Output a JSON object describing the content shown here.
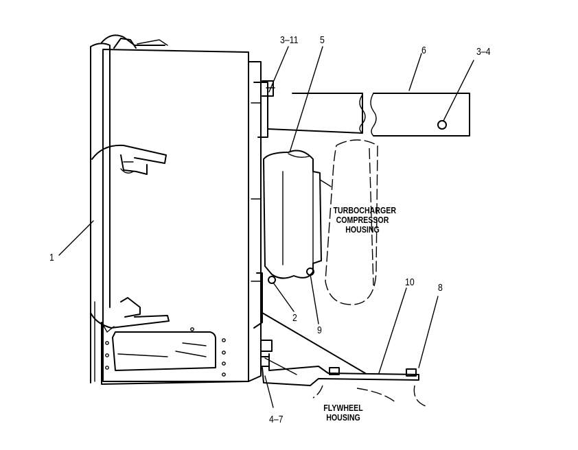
{
  "callouts": {
    "c1": "1",
    "c2": "2",
    "c3_11": "3–11",
    "c3_4": "3–4",
    "c4_7": "4–7",
    "c5": "5",
    "c6": "6",
    "c8": "8",
    "c9": "9",
    "c10": "10"
  },
  "notes": {
    "turbocharger": [
      "TURBOCHARGER",
      "COMPRESSOR",
      "HOUSING"
    ],
    "flywheel": [
      "FLYWHEEL",
      "HOUSING"
    ]
  }
}
